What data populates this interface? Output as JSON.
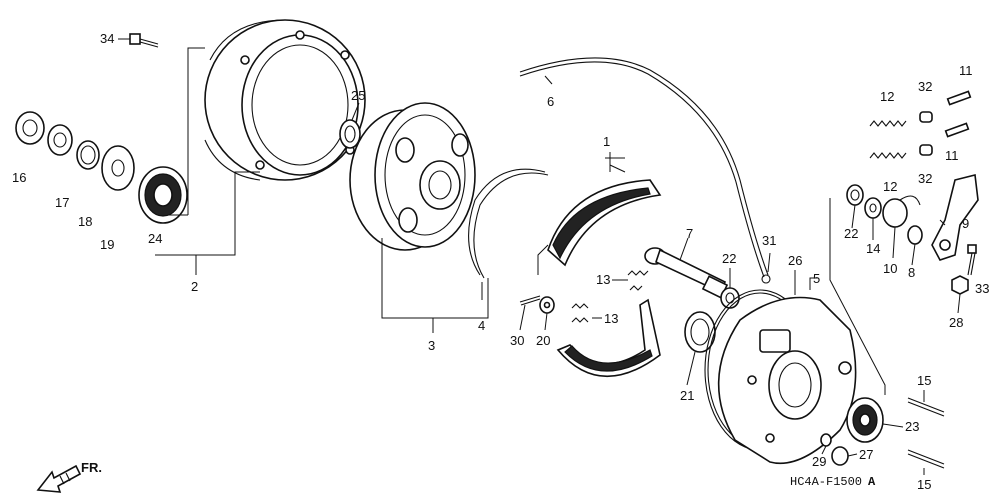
{
  "diagram": {
    "callouts": {
      "c1": "1",
      "c2": "2",
      "c3": "3",
      "c4": "4",
      "c5": "5",
      "c6": "6",
      "c7": "7",
      "c8": "8",
      "c9": "9",
      "c10": "10",
      "c11a": "11",
      "c11b": "11",
      "c12a": "12",
      "c12b": "12",
      "c13a": "13",
      "c13b": "13",
      "c14": "14",
      "c15a": "15",
      "c15b": "15",
      "c16": "16",
      "c17": "17",
      "c18": "18",
      "c19": "19",
      "c20": "20",
      "c21": "21",
      "c22a": "22",
      "c22b": "22",
      "c23": "23",
      "c24": "24",
      "c25": "25",
      "c26": "26",
      "c27": "27",
      "c28": "28",
      "c29": "29",
      "c30": "30",
      "c31": "31",
      "c32a": "32",
      "c32b": "32",
      "c33": "33",
      "c34": "34"
    },
    "direction_label": "FR.",
    "drawing_code": "HC4A-F1500",
    "drawing_suffix": "A"
  }
}
